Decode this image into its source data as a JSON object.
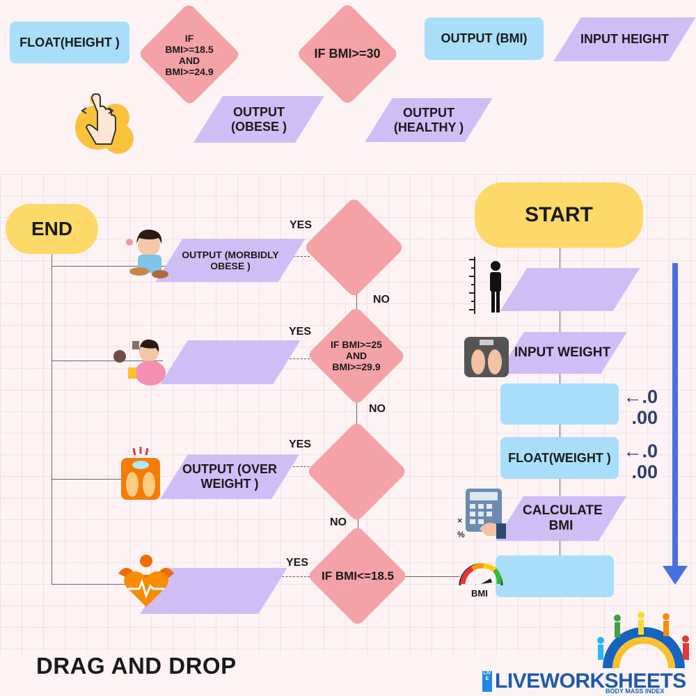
{
  "palette": {
    "top": {
      "float_height": "FLOAT(HEIGHT )",
      "if_bmi_18_5_and": "IF BMI>=18.5 AND BMI>=24.9",
      "if_bmi_30": "IF BMI>=30",
      "output_bmi": "OUTPUT (BMI)",
      "input_height": "INPUT HEIGHT",
      "output_obese": "OUTPUT (OBESE )",
      "output_healthy": "OUTPUT (HEALTHY )"
    }
  },
  "flow": {
    "start": "START",
    "end": "END",
    "input_weight": "INPUT WEIGHT",
    "float_weight": "FLOAT(WEIGHT )",
    "calculate_bmi": "CALCULATE BMI",
    "output_morbidly_obese": "OUTPUT (MORBIDLY OBESE )",
    "if_bmi_25": "IF BMI>=25 AND BMI>=29.9",
    "output_overweight": "OUTPUT (OVER WEIGHT )",
    "if_bmi_18_5": "IF BMI<=18.5",
    "yes": "YES",
    "no": "NO",
    "zero_hint": "←.0 .00",
    "bmi_gauge_label": "BMI"
  },
  "footer": {
    "instruction": "DRAG AND DROP",
    "brand": "LIVEWORKSHEETS",
    "brand_small": "LIVE",
    "bmi_caption": "BODY MASS INDEX"
  },
  "colors": {
    "rect": "#a9defa",
    "parallelogram": "#cfbdf6",
    "diamond": "#f5a2a6",
    "terminal": "#fdd969",
    "arrow": "#4a6fe0"
  },
  "icons": [
    "hand-swipe-icon",
    "height-measure-icon",
    "scale-feet-icon",
    "calculator-icon",
    "bmi-gauge-icon",
    "obese-person-icon",
    "eating-person-icon",
    "scale-alert-icon",
    "healthy-heart-icon",
    "bmi-people-icon"
  ]
}
